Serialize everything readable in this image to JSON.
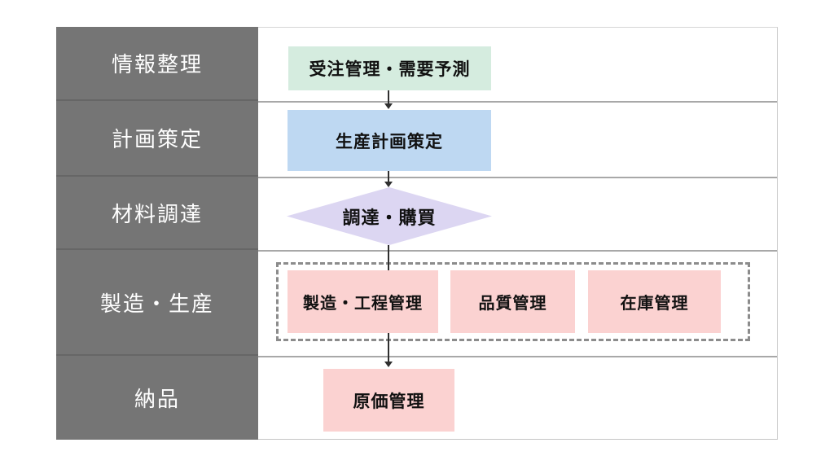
{
  "diagram": {
    "type": "process-flowchart",
    "sidebar": {
      "rows": [
        {
          "label": "情報整理"
        },
        {
          "label": "計画策定"
        },
        {
          "label": "材料調達"
        },
        {
          "label": "製造・生産"
        },
        {
          "label": "納品"
        }
      ]
    },
    "flow": {
      "order_box": {
        "label": "受注管理・需要予測",
        "shape": "rect",
        "fill": "#d5ecdf"
      },
      "plan_box": {
        "label": "生産計画策定",
        "shape": "rect",
        "fill": "#bed8f2"
      },
      "procurement": {
        "label": "調達・購買",
        "shape": "diamond",
        "fill": "#dcd6f2"
      },
      "production_group": {
        "border_style": "dashed",
        "boxes": [
          {
            "label": "製造・工程管理",
            "fill": "#fbd2d1"
          },
          {
            "label": "品質管理",
            "fill": "#fbd2d1"
          },
          {
            "label": "在庫管理",
            "fill": "#fbd2d1"
          }
        ]
      },
      "cost_box": {
        "label": "原価管理",
        "fill": "#fbd2d1"
      },
      "arrows": [
        {
          "from": "order_box",
          "to": "plan_box"
        },
        {
          "from": "plan_box",
          "to": "procurement"
        },
        {
          "from": "procurement",
          "to": "cost_box"
        }
      ]
    },
    "colors": {
      "sidebar_bg": "#757575",
      "sidebar_text": "#ffffff",
      "row_divider": "#a8a8a8",
      "outer_border": "#d6d6d6",
      "dashed_border": "#8c8c8c",
      "arrow": "#2f2f2f",
      "green": "#d5ecdf",
      "blue": "#bed8f2",
      "lavender": "#dcd6f2",
      "pink": "#fbd2d1"
    }
  }
}
